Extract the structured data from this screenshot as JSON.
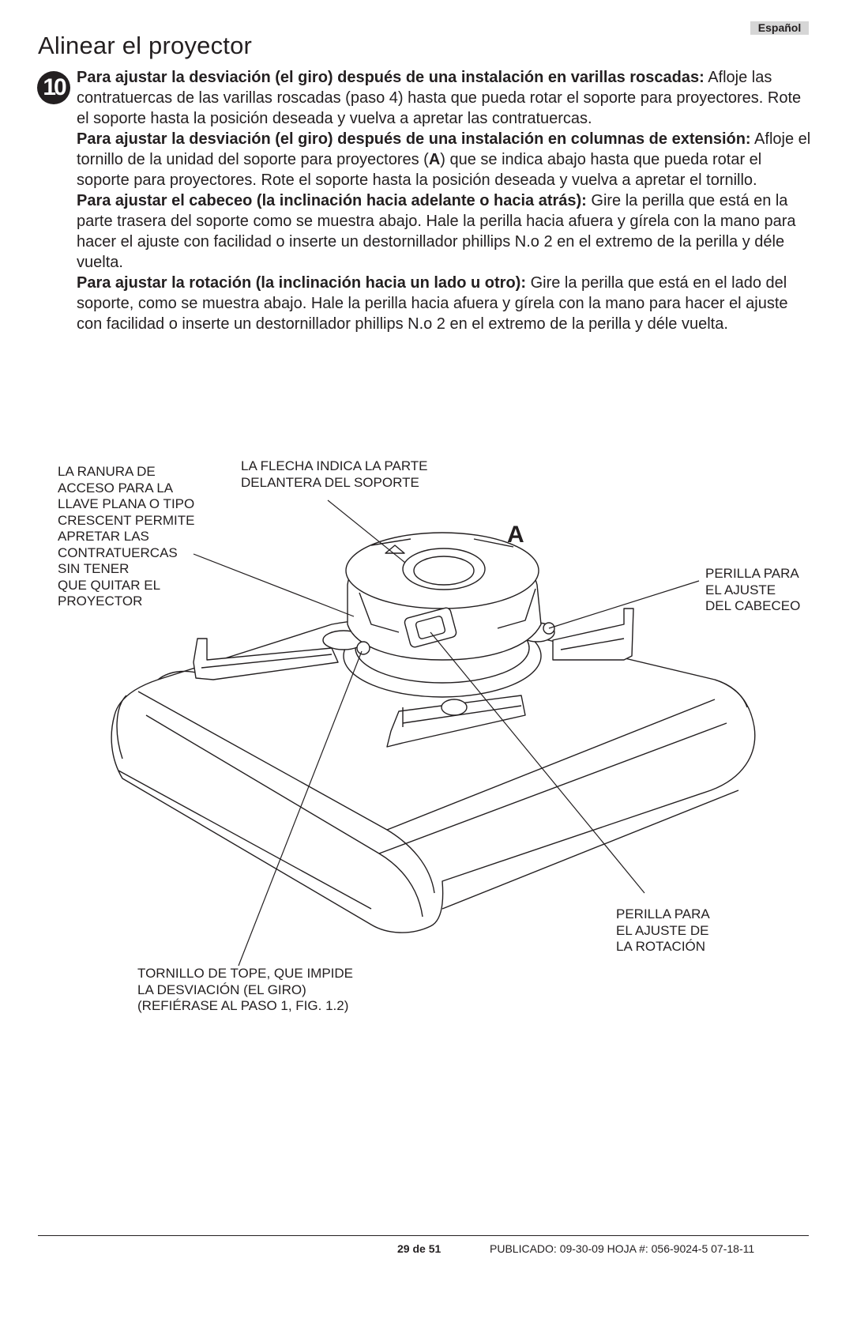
{
  "header": {
    "language": "Español",
    "title": "Alinear el proyector"
  },
  "step": {
    "number": "10",
    "paragraphs": [
      {
        "heading": "Para ajustar la desviación (el giro) después de una instalación en varillas roscadas:",
        "text": " Afloje las contratuercas de las varillas roscadas (paso 4) hasta que pueda rotar el soporte para proyectores.  Rote el soporte hasta la posición deseada y vuelva a apretar las contratuercas."
      },
      {
        "heading": "Para ajustar la desviación (el giro) después de una instalación en columnas de extensión:",
        "text_before": " Afloje el tornillo de la unidad del soporte para proyectores (",
        "highlight": "A",
        "text_after": ") que se indica abajo hasta que pueda rotar el soporte para proyectores. Rote el soporte hasta la posición deseada y vuelva a apretar el tornillo."
      },
      {
        "heading": "Para ajustar el cabeceo (la inclinación hacia adelante o hacia atrás):",
        "text": " Gire la perilla que está en la parte trasera del soporte como se muestra abajo. Hale la perilla hacia afuera y gírela con la mano para hacer el ajuste con facilidad o inserte un destornillador phillips N.o 2 en el extremo de la perilla y déle vuelta."
      },
      {
        "heading": "Para ajustar la rotación (la inclinación hacia un lado u otro):",
        "text": " Gire la perilla que está en el lado del soporte, como se muestra abajo. Hale la perilla hacia afuera y gírela con la mano para hacer el ajuste con facilidad o inserte un destornillador phillips N.o 2 en el extremo de la perilla y déle vuelta."
      }
    ]
  },
  "figure": {
    "callout_slot": "LA RANURA DE\nACCESO PARA LA\nLLAVE PLANA O TIPO\nCRESCENT PERMITE\nAPRETAR LAS\nCONTRATUERCAS\nSIN TENER\nQUE QUITAR EL\nPROYECTOR",
    "callout_arrow": "LA FLECHA INDICA LA PARTE\nDELANTERA DEL SOPORTE",
    "callout_a": "A",
    "callout_pitch": "PERILLA PARA\nEL AJUSTE\nDEL CABECEO",
    "callout_roll": "PERILLA PARA\nEL AJUSTE DE\nLA ROTACIÓN",
    "callout_stop": "TORNILLO DE TOPE, QUE IMPIDE\nLA DESVIACIÓN (EL GIRO)\n(REFIÉRASE AL PASO 1, FIG. 1.2)"
  },
  "footer": {
    "page": "29 de 51",
    "publication": "PUBLICADO: 09-30-09   HOJA #: 056-9024-5  07-18-11"
  }
}
